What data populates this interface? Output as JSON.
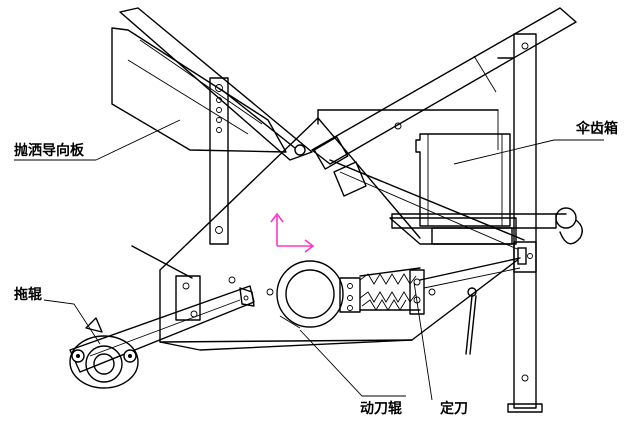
{
  "labels": {
    "deflector": "抛洒导向板",
    "bevel_gearbox": "伞齿箱",
    "support_roller": "拖辊",
    "moving_knife_roller": "动刀辊",
    "fixed_knife": "定刀"
  },
  "colors": {
    "line": "#000000",
    "axis_marker": "#ff33cc",
    "background": "#ffffff"
  }
}
